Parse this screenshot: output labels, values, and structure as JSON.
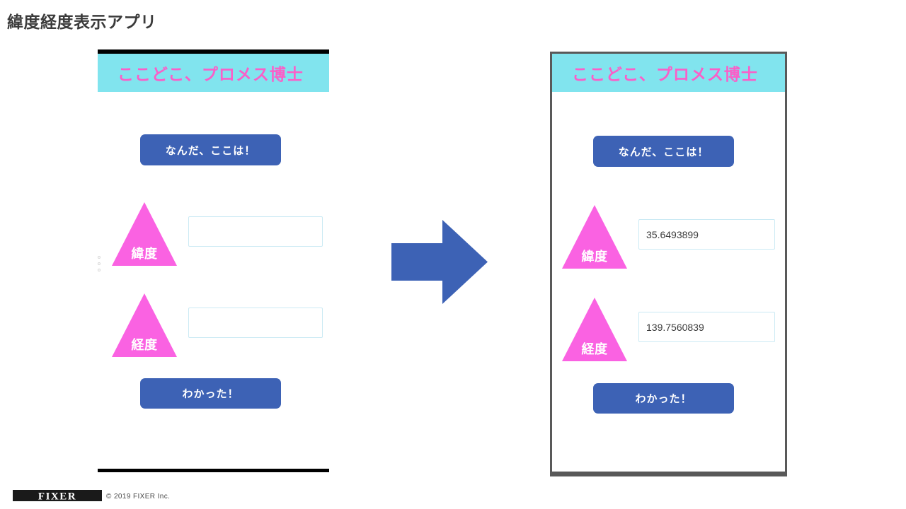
{
  "slide": {
    "title": "緯度経度表示アプリ"
  },
  "app": {
    "header_title": "ここどこ、プロメス博士",
    "locate_button_label": "なんだ、ここは！",
    "confirm_button_label": "わかった！",
    "latitude_label": "緯度",
    "longitude_label": "経度"
  },
  "before": {
    "latitude_value": "",
    "longitude_value": "",
    "latitude_placeholder": "",
    "longitude_placeholder": ""
  },
  "after": {
    "latitude_value": "35.6493899",
    "longitude_value": "139.7560839",
    "latitude_placeholder": "",
    "longitude_placeholder": ""
  },
  "arrow": {
    "icon": "arrow-right-icon",
    "color": "#3d62b5"
  },
  "footer": {
    "logo_text": "FIXER",
    "copyright": "© 2019 FIXER Inc."
  },
  "colors": {
    "header_cyan": "#81e4ee",
    "header_pink_text": "#fa5fc8",
    "triangle_pink": "#fa62e2",
    "button_blue": "#3d62b5",
    "input_border": "#cbeaf4",
    "device_frame_gray": "#595959",
    "rule_black": "#000000",
    "title_gray": "#3b3b3b"
  }
}
